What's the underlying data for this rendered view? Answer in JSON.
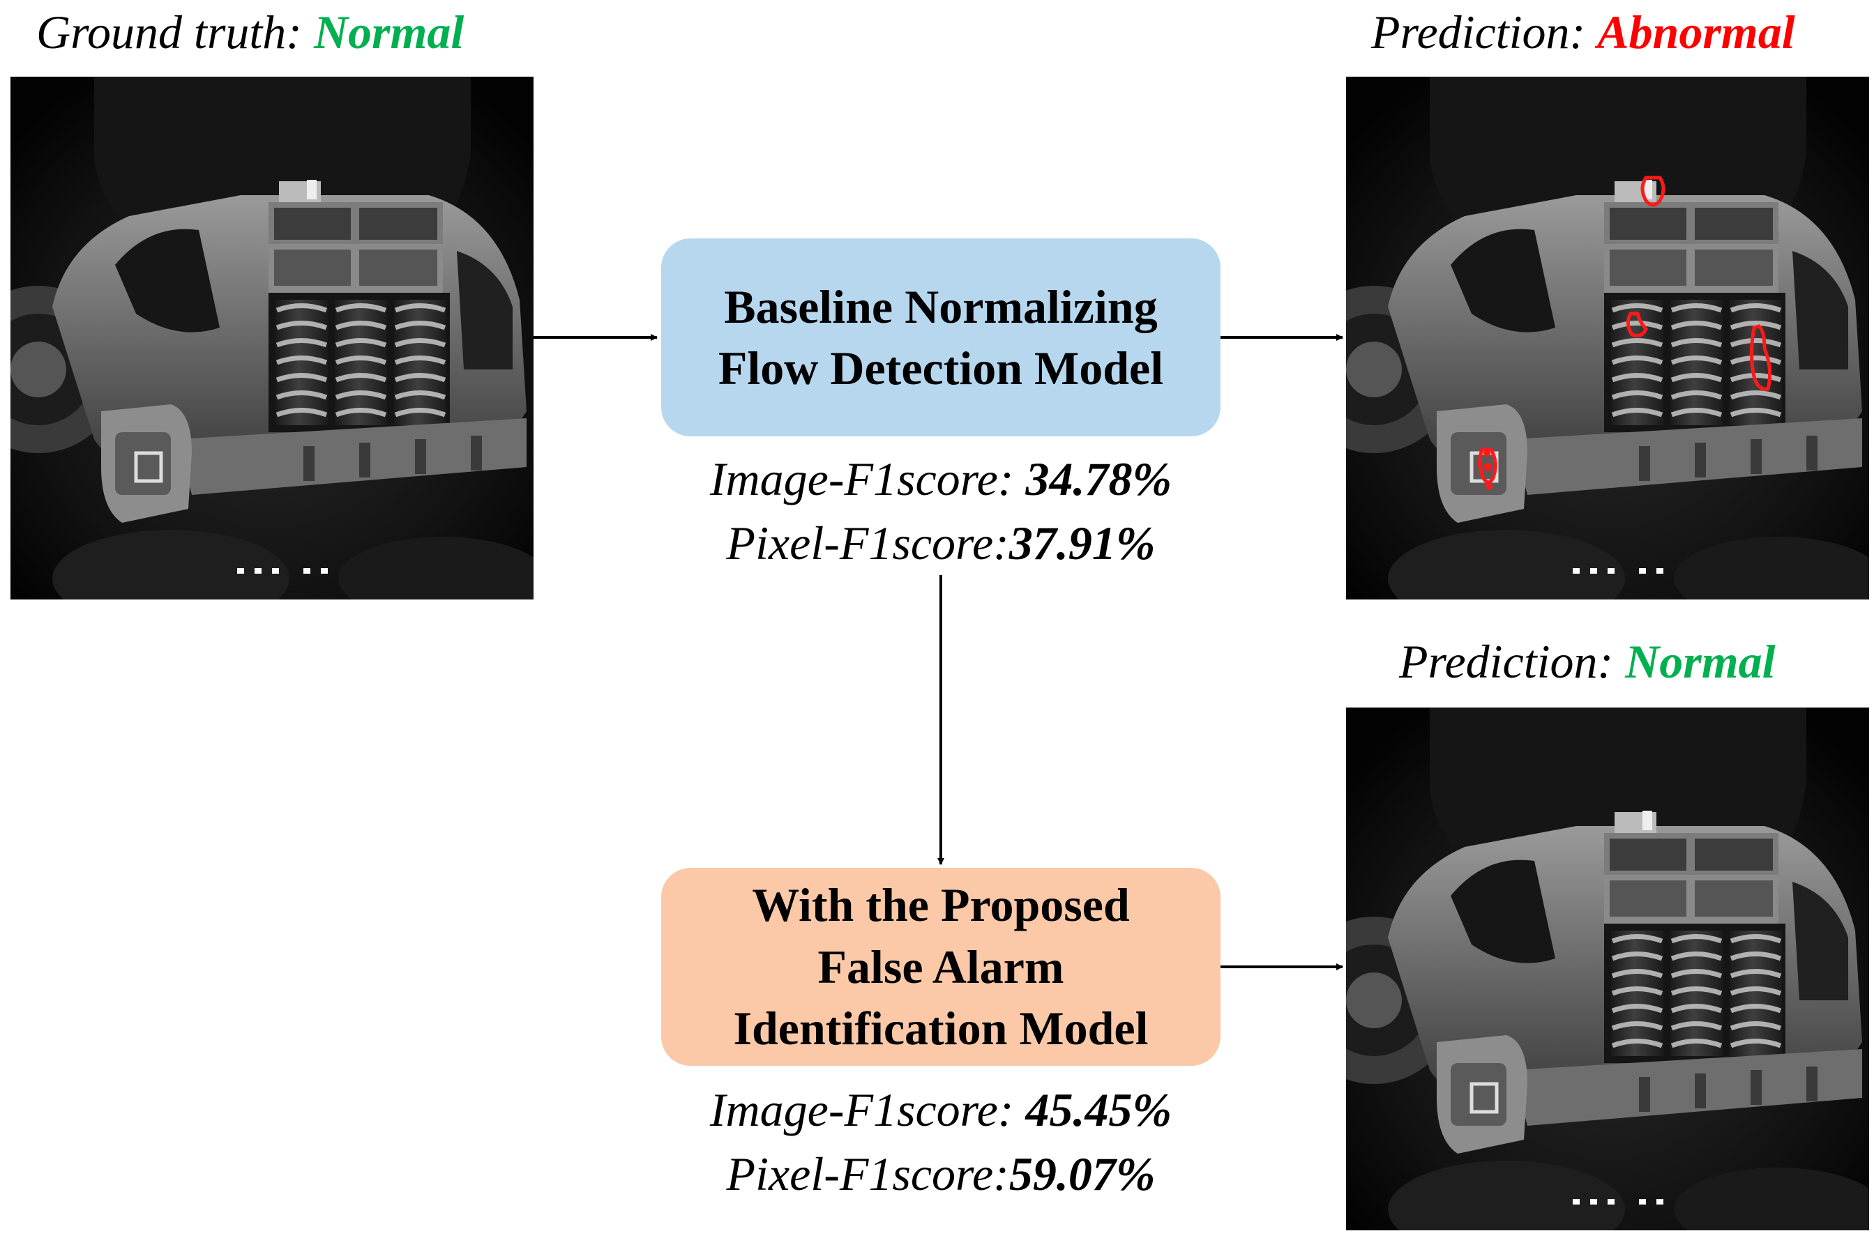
{
  "ground_truth": {
    "label": "Ground truth: ",
    "status": "Normal",
    "status_color": "#00b050"
  },
  "baseline_prediction": {
    "label": "Prediction: ",
    "status": "Abnormal",
    "status_color": "#ff0000"
  },
  "proposed_prediction": {
    "label": "Prediction: ",
    "status": "Normal",
    "status_color": "#00b050"
  },
  "baseline_model": {
    "lines": [
      "Baseline Normalizing",
      "Flow Detection Model"
    ],
    "fill": "#b6d7ee",
    "image_f1_label": "Image-F1score: ",
    "image_f1_value": "34.78%",
    "pixel_f1_label": "Pixel-F1score:",
    "pixel_f1_value": "37.91%"
  },
  "proposed_model": {
    "lines": [
      "With the Proposed",
      "False Alarm",
      "Identification Model"
    ],
    "fill": "#fbc9a8",
    "image_f1_label": "Image-F1score: ",
    "image_f1_value": "45.45%",
    "pixel_f1_label": "Pixel-F1score:",
    "pixel_f1_value": "59.07%"
  },
  "images": {
    "input": "grayscale bogie spring photo",
    "baseline_output": "bogie spring photo with red anomaly contours",
    "proposed_output": "grayscale bogie spring photo"
  }
}
